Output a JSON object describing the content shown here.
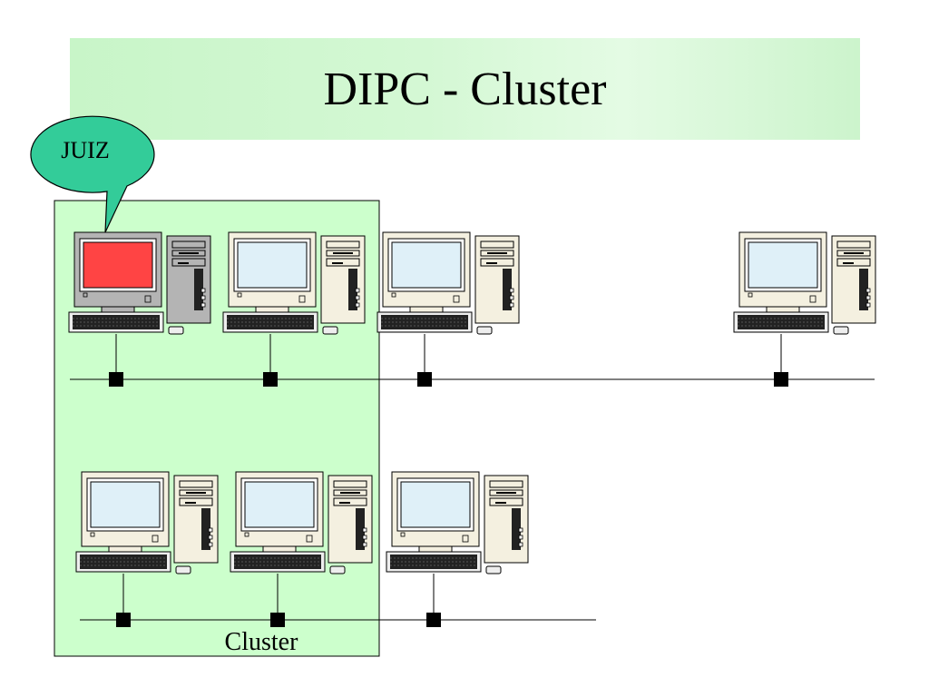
{
  "title": "DIPC - Cluster",
  "callout": {
    "label": "JUIZ",
    "fill": "#33cc99"
  },
  "cluster": {
    "label": "Cluster",
    "fill": "#ccffcc"
  },
  "colors": {
    "highlight_screen": "#ff4444",
    "normal_screen": "#dff0f8",
    "case_beige": "#f4f0e0",
    "case_gray": "#b4b4b4"
  },
  "networks": [
    {
      "segment": "top",
      "computers": [
        "juiz",
        "normal",
        "normal",
        "normal"
      ]
    },
    {
      "segment": "bottom",
      "computers": [
        "normal",
        "normal",
        "normal"
      ]
    }
  ]
}
